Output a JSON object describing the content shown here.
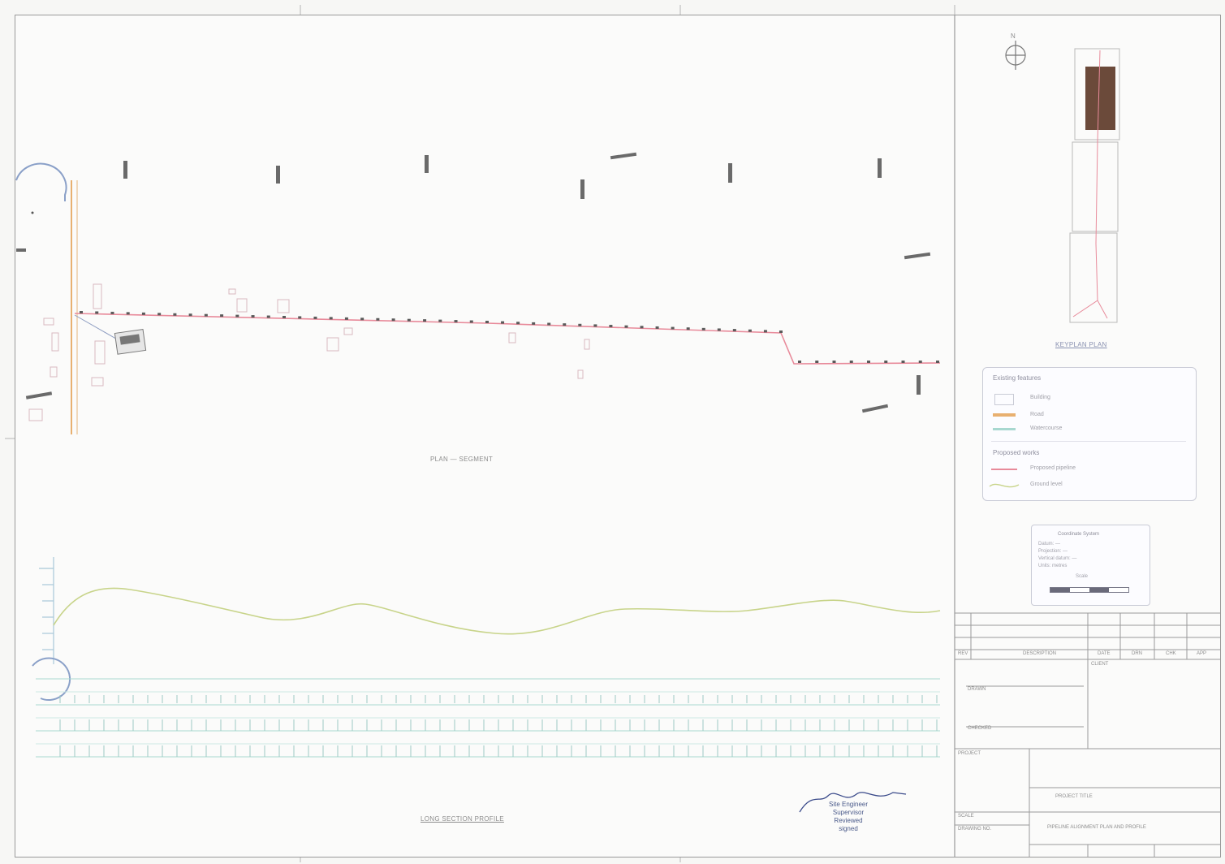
{
  "drawing": {
    "mini_map_label": "KEYPLAN PLAN",
    "plan_caption": "PLAN — SEGMENT",
    "profile_caption": "LONG SECTION PROFILE",
    "north_label": "N"
  },
  "legend": {
    "existing_title": "Existing features",
    "existing_items": [
      "Building",
      "Road",
      "Watercourse"
    ],
    "proposed_title": "Proposed works",
    "proposed_items": [
      "Proposed pipeline",
      "Ground level"
    ]
  },
  "scale_box": {
    "title": "Coordinate System",
    "lines": [
      "Datum: —",
      "Projection: —",
      "Vertical datum: —",
      "Units: metres"
    ],
    "bar_title": "Scale"
  },
  "signature": {
    "name": "Site Engineer",
    "role": "Supervisor",
    "org": "Reviewed",
    "date": "signed"
  },
  "title_block": {
    "cols": [
      "REV",
      "DESCRIPTION",
      "DATE",
      "DRN",
      "CHK",
      "APP"
    ],
    "fields": [
      "CLIENT",
      "PROJECT",
      "DRAWN",
      "CHECKED",
      "SCALE",
      "DRAWING NO."
    ],
    "project_lines": [
      "PROJECT TITLE",
      "PIPELINE ALIGNMENT PLAN AND PROFILE"
    ]
  },
  "colors": {
    "pipeline": "#e88a9a",
    "road": "#e8b070",
    "profile": "#c8d48a",
    "grid": "#a8d8d0",
    "building": "#6b4a3a"
  }
}
